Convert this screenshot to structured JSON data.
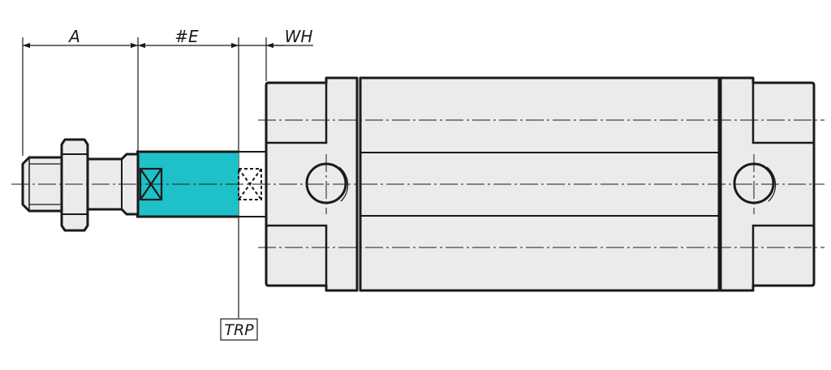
{
  "labels": {
    "dim_a": "A",
    "dim_e": "#E",
    "dim_wh": "WH",
    "trp": "TRP"
  },
  "colors": {
    "stroke": "#1a1a1a",
    "body_fill": "#ebebeb",
    "highlight": "#1fc1c8",
    "background": "#ffffff"
  }
}
